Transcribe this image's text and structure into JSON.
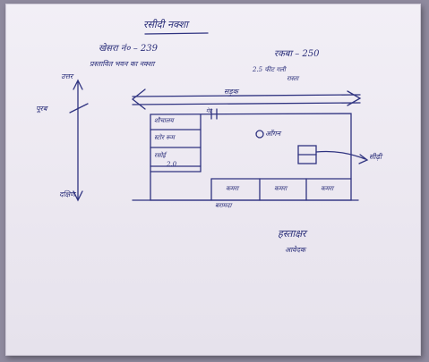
{
  "document": {
    "heading": "रसीदी नक्शा",
    "plot_line": "खेसरा नं० – 239",
    "area_line": "रकबा – 250",
    "subline_left": "प्रस्तावित भवन का नक्शा",
    "subline_right": "2.5 फीट गली",
    "subline_right2": "रास्ता",
    "north_label": "उत्तर",
    "north_mark": "पूरब",
    "south_label": "दक्षिण",
    "road_label": "सड़क",
    "gate_label": "गेट",
    "room1": "शौचालय",
    "room2": "स्टोर रूम",
    "room3": "रसोई",
    "room4": "2.0",
    "center_label": "आँगन",
    "side_label": "सीढ़ी",
    "bottom_rooms": [
      "कमरा",
      "कमरा",
      "कमरा"
    ],
    "bottom_label": "बरामदा",
    "signature": "हस्ताक्षर",
    "signature_sub": "आवेदक"
  }
}
